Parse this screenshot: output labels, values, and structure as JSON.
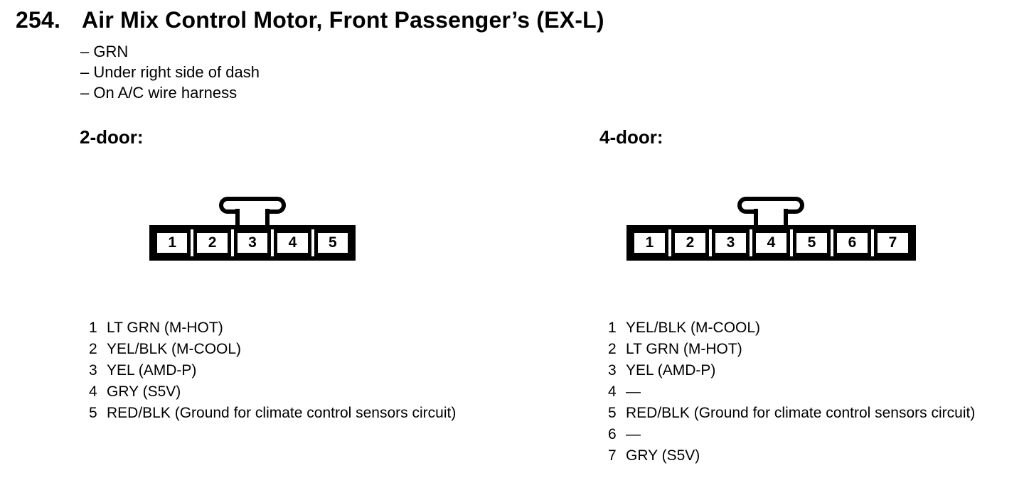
{
  "header": {
    "number": "254.",
    "title": "Air Mix Control Motor, Front Passenger’s (EX-L)",
    "bullets": [
      "– GRN",
      "– Under right side of dash",
      "– On A/C wire harness"
    ]
  },
  "sections": [
    {
      "label": "2-door:",
      "connector": {
        "pins": [
          "1",
          "2",
          "3",
          "4",
          "5"
        ],
        "lock_tab_over_pin": "3"
      },
      "pin_list": [
        {
          "num": "1",
          "desc": "LT GRN (M-HOT)"
        },
        {
          "num": "2",
          "desc": "YEL/BLK (M-COOL)"
        },
        {
          "num": "3",
          "desc": "YEL (AMD-P)"
        },
        {
          "num": "4",
          "desc": "GRY (S5V)"
        },
        {
          "num": "5",
          "desc": "RED/BLK (Ground for climate control sensors circuit)"
        }
      ]
    },
    {
      "label": "4-door:",
      "connector": {
        "pins": [
          "1",
          "2",
          "3",
          "4",
          "5",
          "6",
          "7"
        ],
        "lock_tab_over_pin": "4"
      },
      "pin_list": [
        {
          "num": "1",
          "desc": "YEL/BLK (M-COOL)"
        },
        {
          "num": "2",
          "desc": "LT GRN (M-HOT)"
        },
        {
          "num": "3",
          "desc": "YEL (AMD-P)"
        },
        {
          "num": "4",
          "desc": "—"
        },
        {
          "num": "5",
          "desc": "RED/BLK (Ground for climate control sensors circuit)"
        },
        {
          "num": "6",
          "desc": "—"
        },
        {
          "num": "7",
          "desc": "GRY (S5V)"
        }
      ]
    }
  ],
  "colors": {
    "ink": "#000000",
    "paper": "#ffffff"
  }
}
